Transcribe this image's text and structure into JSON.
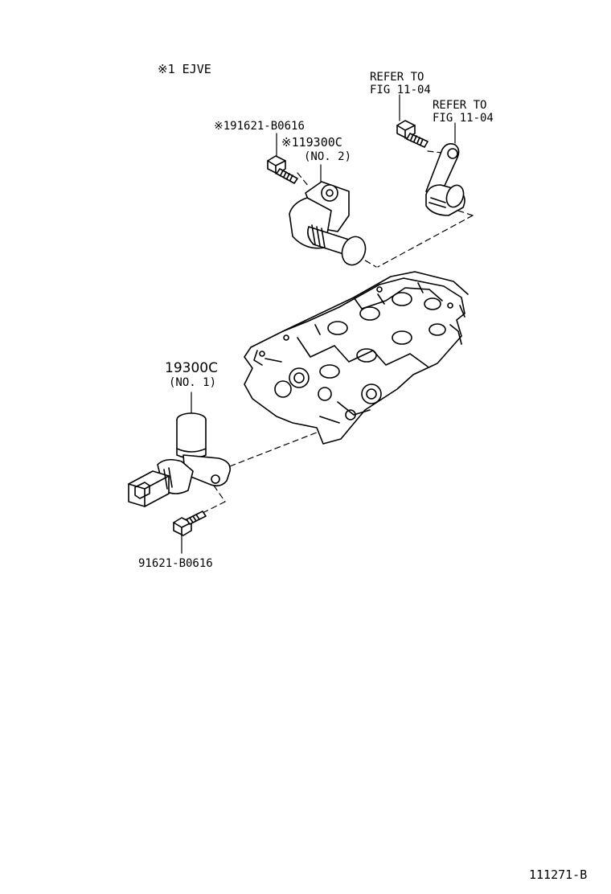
{
  "note": "※1 EJVE",
  "refs": [
    {
      "line1": "REFER TO",
      "line2": "FIG 11-04"
    },
    {
      "line1": "REFER TO",
      "line2": "FIG 11-04"
    }
  ],
  "parts": {
    "bolt_top": "※191621-B0616",
    "sensor_no2": {
      "part": "※119300C",
      "qualifier": "(NO. 2)"
    },
    "sensor_no1": {
      "part": "19300C",
      "qualifier": "(NO. 1)"
    },
    "bolt_bottom": "91621-B0616"
  },
  "figure_code": "111271-B"
}
